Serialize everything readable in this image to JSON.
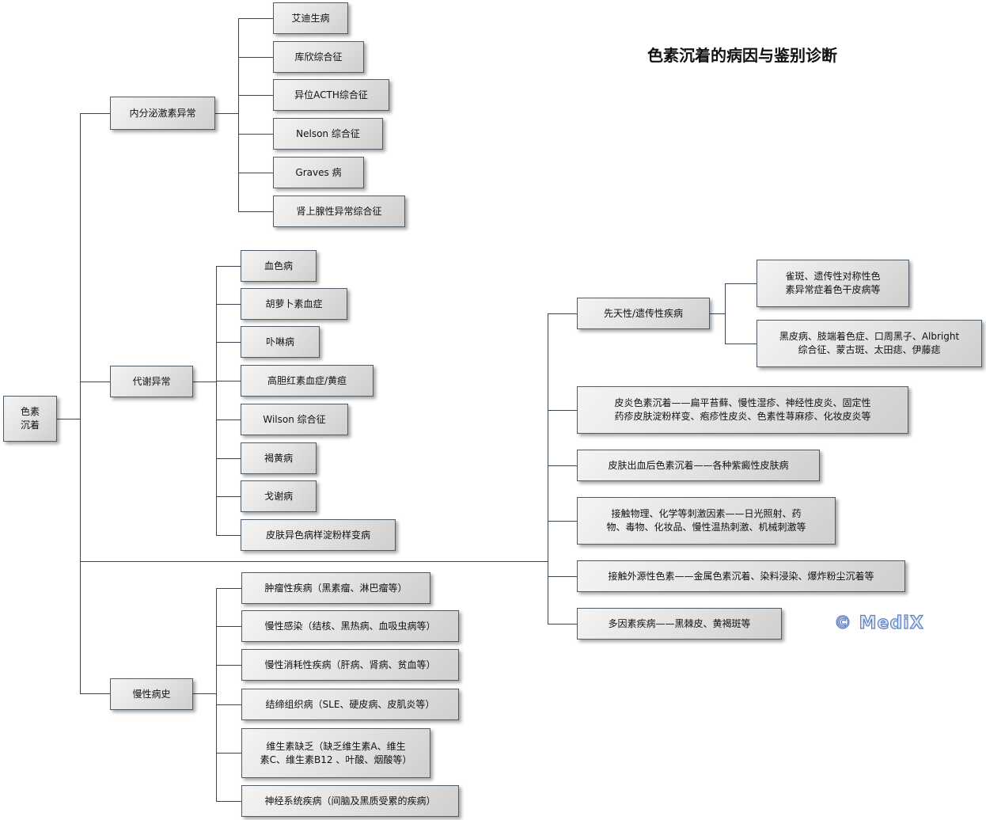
{
  "title": "色素沉着的病因与鉴别诊断",
  "watermark": "© MediX",
  "root": "色素\n沉着",
  "endocrine": {
    "label": "内分泌激素异常",
    "children": [
      "艾迪生病",
      "库欣综合征",
      "异位ACTH综合征",
      "Nelson 综合征",
      "Graves 病",
      "肾上腺性异常综合征"
    ]
  },
  "metabolic": {
    "label": "代谢异常",
    "children": [
      "血色病",
      "胡萝卜素血症",
      "卟啉病",
      "高胆红素血症/黄疸",
      "Wilson 综合征",
      "褐黄病",
      "戈谢病",
      "皮肤异色病样淀粉样变病"
    ]
  },
  "chronic": {
    "label": "慢性病史",
    "children": [
      "肿瘤性疾病（黑素瘤、淋巴瘤等）",
      "慢性感染（结核、黑热病、血吸虫病等）",
      "慢性消耗性疾病（肝病、肾病、贫血等）",
      "结缔组织病（SLE、硬皮病、皮肌炎等）",
      "维生素缺乏（缺乏维生素A、维生\n素C、维生素B12 、叶酸、烟酸等）",
      "神经系统疾病（间脑及黑质受累的疾病）"
    ]
  },
  "skin": {
    "congenital": {
      "label": "先天性/遗传性疾病",
      "children": [
        "雀斑、遗传性对称性色\n素异常症着色干皮病等",
        "黑皮病、肢端着色症、口周黑子、Albright\n综合征、蒙古斑、太田痣、伊藤痣"
      ]
    },
    "others": [
      "皮炎色素沉着——扁平苔藓、慢性湿疹、神经性皮炎、固定性\n药疹皮肤淀粉样变、疱疹性皮炎、色素性荨麻疹、化妆皮炎等",
      "皮肤出血后色素沉着——各种紫癜性皮肤病",
      "接触物理、化学等刺激因素——日光照射、药\n物、毒物、化妆品、慢性温热刺激、机械刺激等",
      "接触外源性色素——金属色素沉着、染料浸染、爆炸粉尘沉着等",
      "多因素疾病——黑棘皮、黄褐斑等"
    ]
  }
}
